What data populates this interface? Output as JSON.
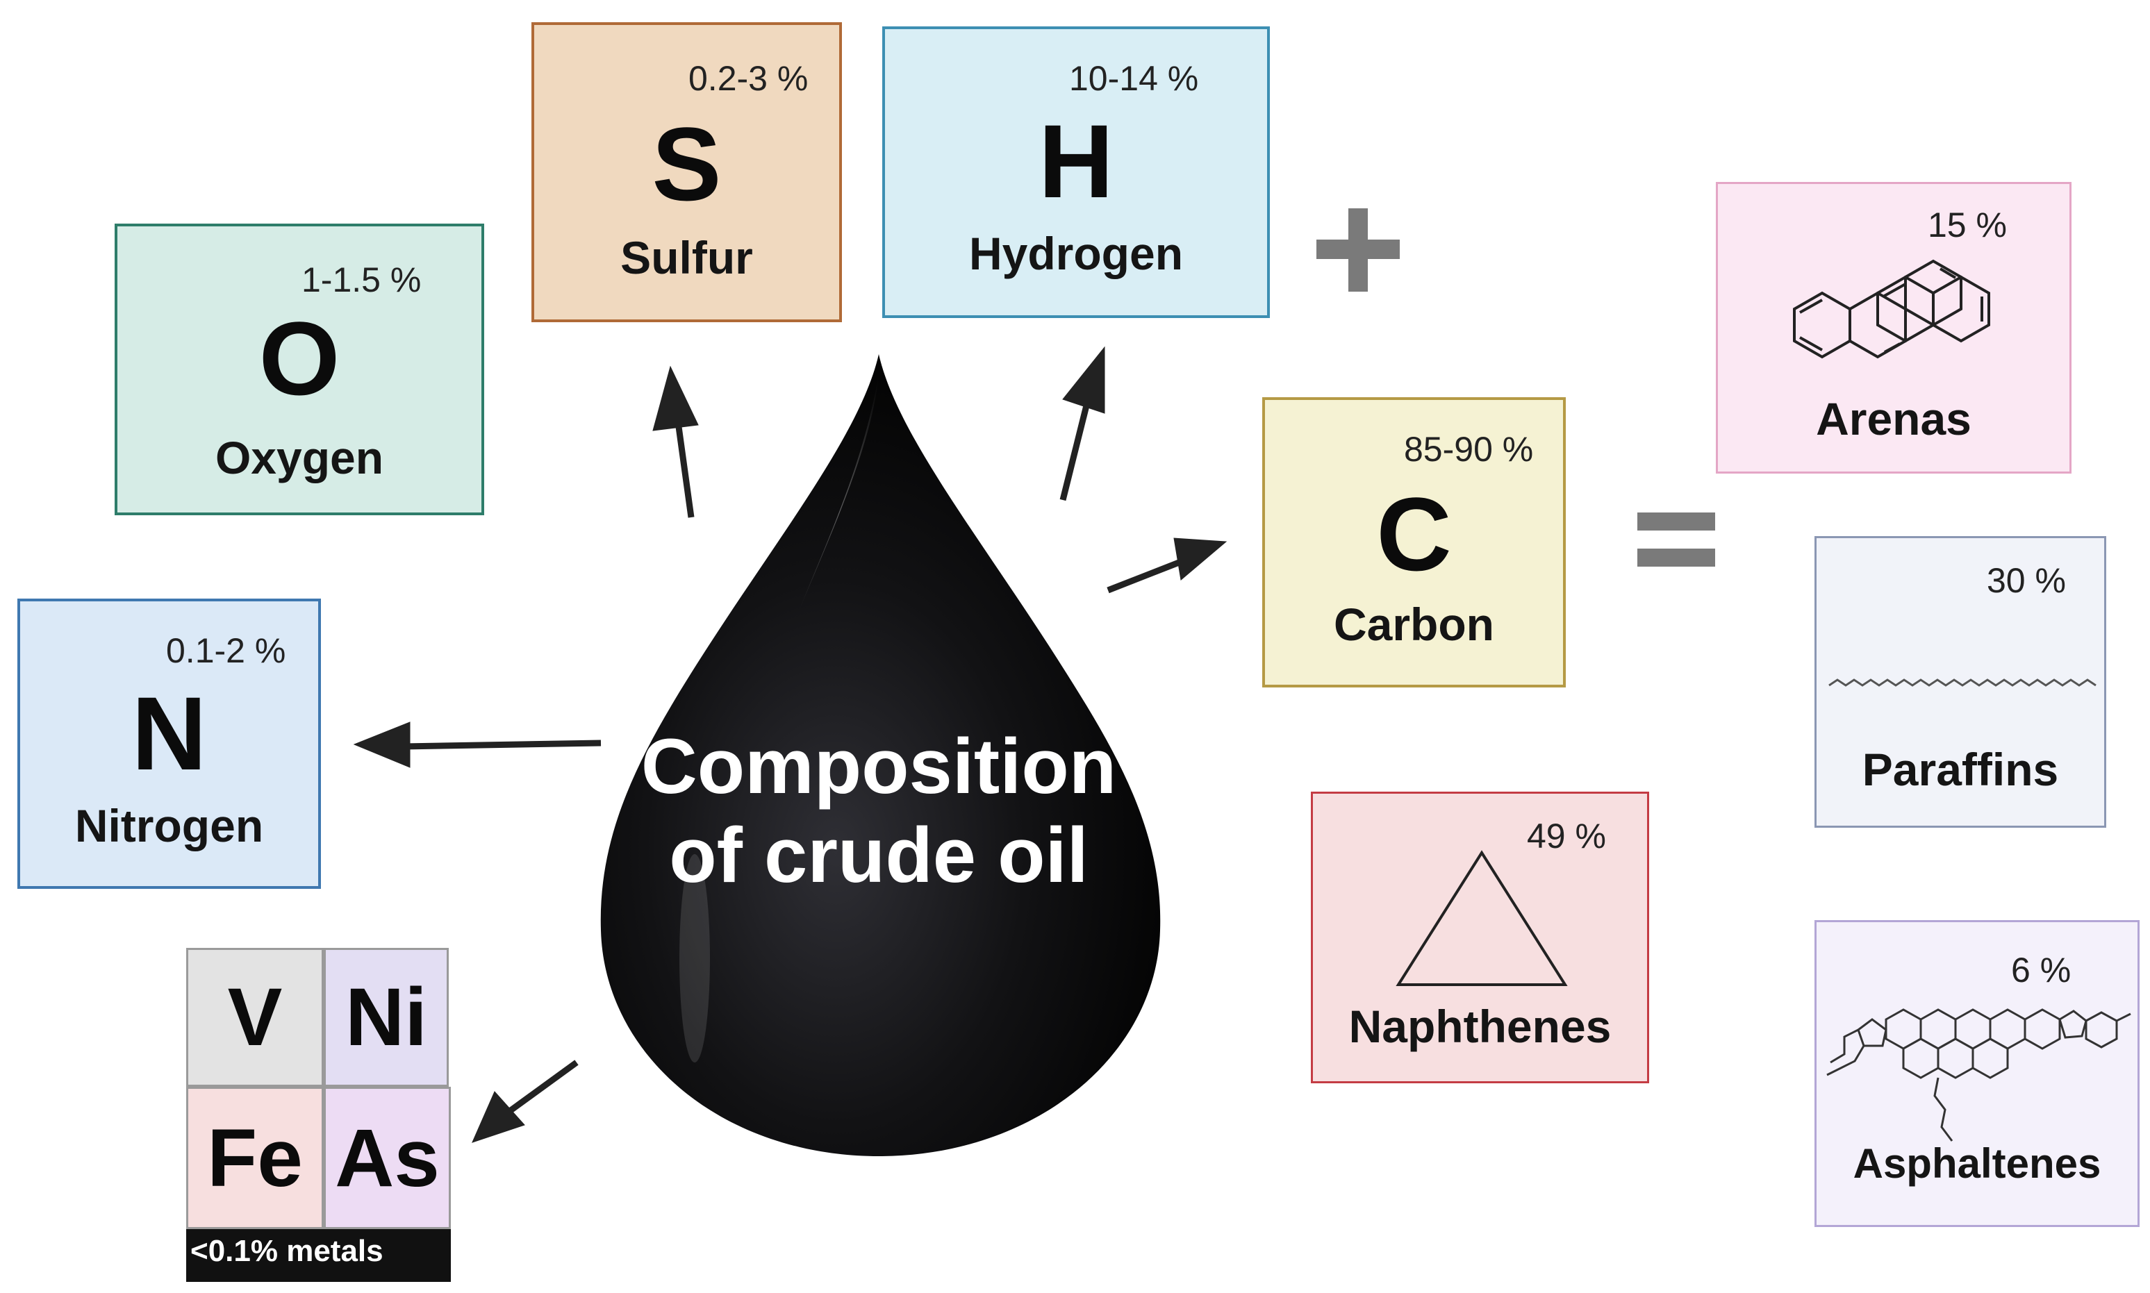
{
  "title": {
    "line1": "Composition",
    "line2": "of crude oil"
  },
  "elements": {
    "oxygen": {
      "symbol": "O",
      "name": "Oxygen",
      "percent": "1-1.5 %",
      "color": "#d6ece6",
      "border": "#2e7d6a"
    },
    "sulfur": {
      "symbol": "S",
      "name": "Sulfur",
      "percent": "0.2-3 %",
      "color": "#f0d9bf",
      "border": "#b06a37"
    },
    "hydrogen": {
      "symbol": "H",
      "name": "Hydrogen",
      "percent": "10-14 %",
      "color": "#d9eef5",
      "border": "#3d8fb3"
    },
    "nitrogen": {
      "symbol": "N",
      "name": "Nitrogen",
      "percent": "0.1-2 %",
      "color": "#dbe9f7",
      "border": "#3f78b0"
    },
    "carbon": {
      "symbol": "C",
      "name": "Carbon",
      "percent": "85-90 %",
      "color": "#f5f2d3",
      "border": "#b59a45"
    }
  },
  "metals": {
    "items": [
      {
        "symbol": "V",
        "color": "#e3e3e3"
      },
      {
        "symbol": "Ni",
        "color": "#e3def3"
      },
      {
        "symbol": "Fe",
        "color": "#f7dfdf"
      },
      {
        "symbol": "As",
        "color": "#eddcf4"
      }
    ],
    "label": "<0.1% metals"
  },
  "hydrocarbons": {
    "arenas": {
      "name": "Arenas",
      "percent": "15 %",
      "color": "#fbe8f3",
      "border": "#e4a6c6"
    },
    "paraffins": {
      "name": "Paraffins",
      "percent": "30 %",
      "color": "#f1f3f9",
      "border": "#8b97b3"
    },
    "naphthenes": {
      "name": "Naphthenes",
      "percent": "49 %",
      "color": "#f7dfe0",
      "border": "#c43c44"
    },
    "asphaltenes": {
      "name": "Asphaltenes",
      "percent": "6 %",
      "color": "#f4f1fb",
      "border": "#b3a6d6"
    }
  },
  "operators": {
    "plus": "+",
    "equals": "=",
    "color": "#7a7a7a"
  },
  "drop_color": "#0a0a0a"
}
